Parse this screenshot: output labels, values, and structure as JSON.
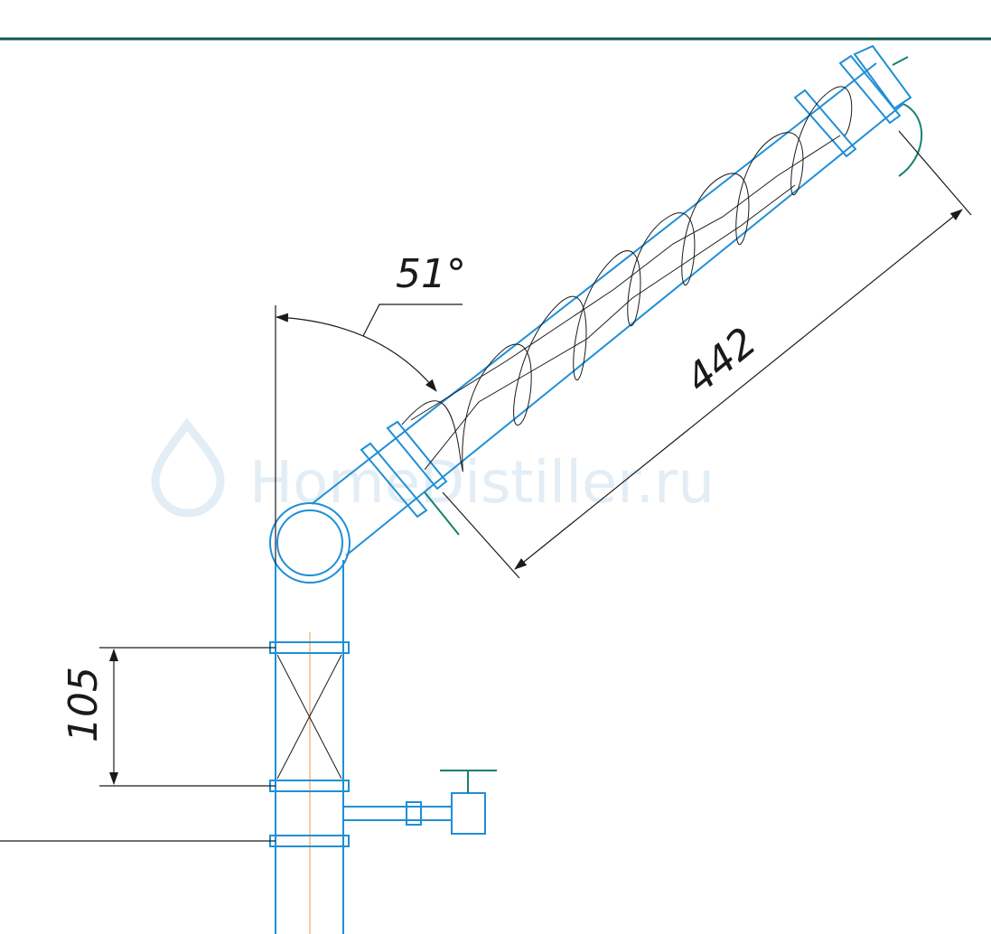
{
  "watermark": {
    "text": "HomeDistiller.ru"
  },
  "dimensions": {
    "angle": "51°",
    "column_length": "442",
    "packing_height": "105"
  },
  "colors": {
    "header_line": "#0e5a4e",
    "pipe": "#1f8fd6",
    "dimension": "#1a1a1a",
    "green_detail": "#17806e",
    "axis": "#e39a4a",
    "watermark": "#e3edf5"
  }
}
